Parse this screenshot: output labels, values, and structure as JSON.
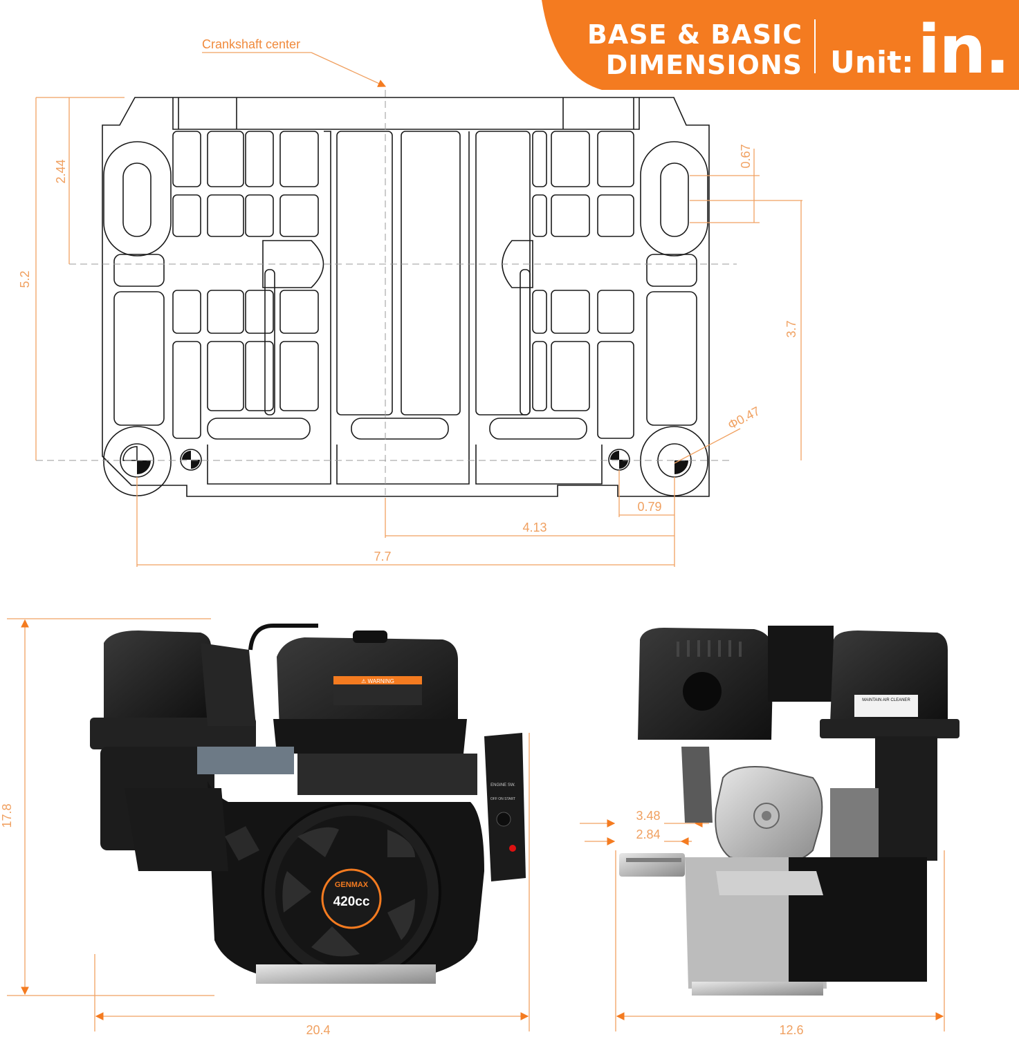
{
  "header": {
    "title_line1": "BASE & BASIC",
    "title_line2": "DIMENSIONS",
    "unit_prefix": "Unit:",
    "unit_value": "in."
  },
  "annotation": {
    "crankshaft_label": "Crankshaft center"
  },
  "dimensions": {
    "base_height": "5.2",
    "top_to_center": "2.44",
    "slot_length": "0.67",
    "hole_to_slot": "3.7",
    "hole_diameter": "Φ0.47",
    "hole_offset": "0.79",
    "center_to_hole": "4.13",
    "hole_spacing": "7.7",
    "engine_height": "17.8",
    "engine_width": "20.4",
    "engine_depth": "12.6",
    "shaft_dia_outer": "3.48",
    "shaft_dia_inner": "2.84"
  },
  "engine_labels": {
    "brand": "GENMAX",
    "displacement": "420cc",
    "warning_title": "⚠ WARNING",
    "air_cleaner": "MAINTAIN AIR CLEANER",
    "switch_title": "ENGINE SW.",
    "switch_positions": "OFF ON START"
  },
  "colors": {
    "accent": "#f47b20",
    "dimension": "#f0a060",
    "line": "#1a1a1a",
    "engine": "#1c1c1c"
  }
}
